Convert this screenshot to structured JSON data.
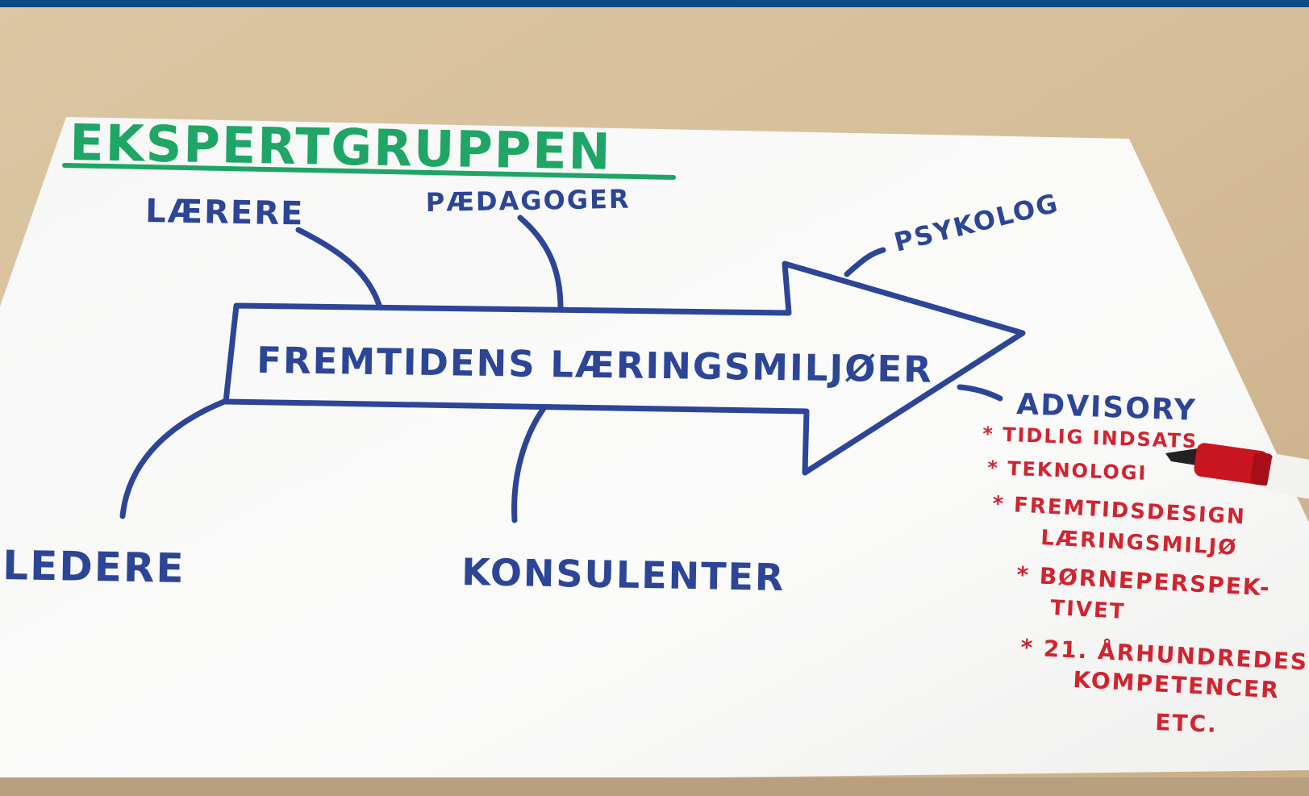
{
  "title": "EKSPERTGRUPPEN",
  "arrow_text": "FREMTIDENS LÆRINGSMILJØER",
  "branches": {
    "laerere": "LÆRERE",
    "paedagoger": "PÆDAGOGER",
    "psykolog": "PSYKOLOG",
    "ledere": "LEDERE",
    "konsulenter": "KONSULENTER",
    "advisory": "ADVISORY"
  },
  "advisory_items": [
    "* TIDLIG INDSATS",
    "* TEKNOLOGI",
    "* FREMTIDSDESIGN",
    "LÆRINGSMILJØ",
    "* BØRNEPERSPEK-",
    "TIVET",
    "* 21. ÅRHUNDREDES",
    "KOMPETENCER",
    "ETC."
  ],
  "colors": {
    "blue_marker": "#2c4597",
    "green_marker": "#1fa566",
    "red_marker": "#d2232e",
    "paper": "#fbfbf9",
    "table": "#d9c3a0"
  }
}
